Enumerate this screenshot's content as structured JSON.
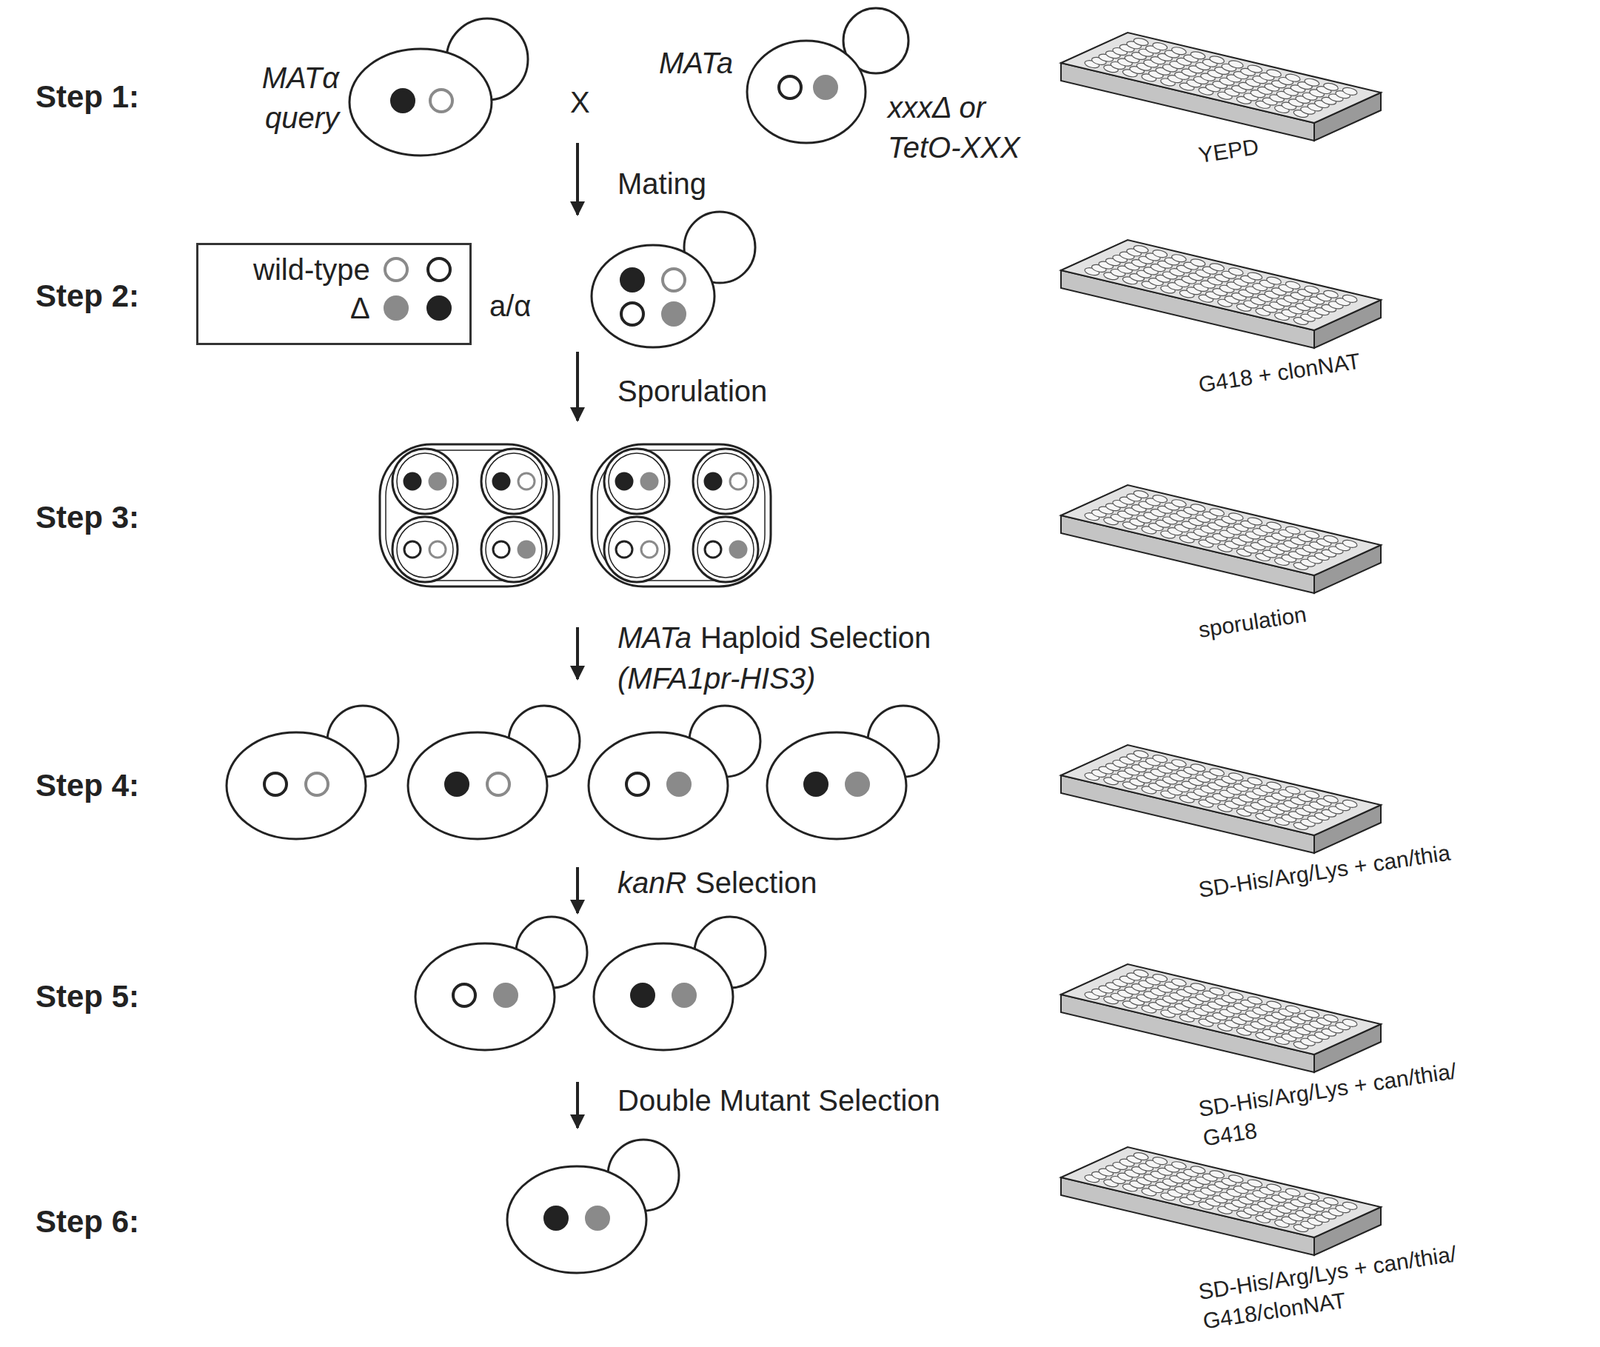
{
  "diagram": {
    "nodes": [
      {
        "text": [
          "MATα query"
        ]
      },
      {
        "text": [
          "MATa",
          "xxxΔ or TetO-XXX"
        ]
      },
      {
        "text": [
          "YEPD"
        ]
      },
      {
        "text": [
          "G418 + clonNAT"
        ]
      },
      {
        "text": [
          "sporulation"
        ]
      },
      {
        "text": [
          "SD-His/Arg/Lys + can/thia"
        ]
      },
      {
        "text": [
          "SD-His/Arg/Lys + can/thia/ G418"
        ]
      },
      {
        "text": [
          "SD-His/Arg/Lys + can/thia/ G418/clonNAT"
        ]
      }
    ],
    "labels": [
      "Step 1:",
      "X",
      "Mating",
      "Step 2:",
      "a/α",
      "Sporulation",
      "Step 3:",
      "MATa",
      "Haploid Selection",
      "(MFA1pr-HIS3)",
      "Step 4:",
      "kanR",
      "Selection",
      "Step 5:",
      "Double Mutant Selection",
      "Step 6:"
    ],
    "legend": [
      {
        "text": "wild-type"
      },
      {
        "text": "Δ"
      }
    ]
  }
}
